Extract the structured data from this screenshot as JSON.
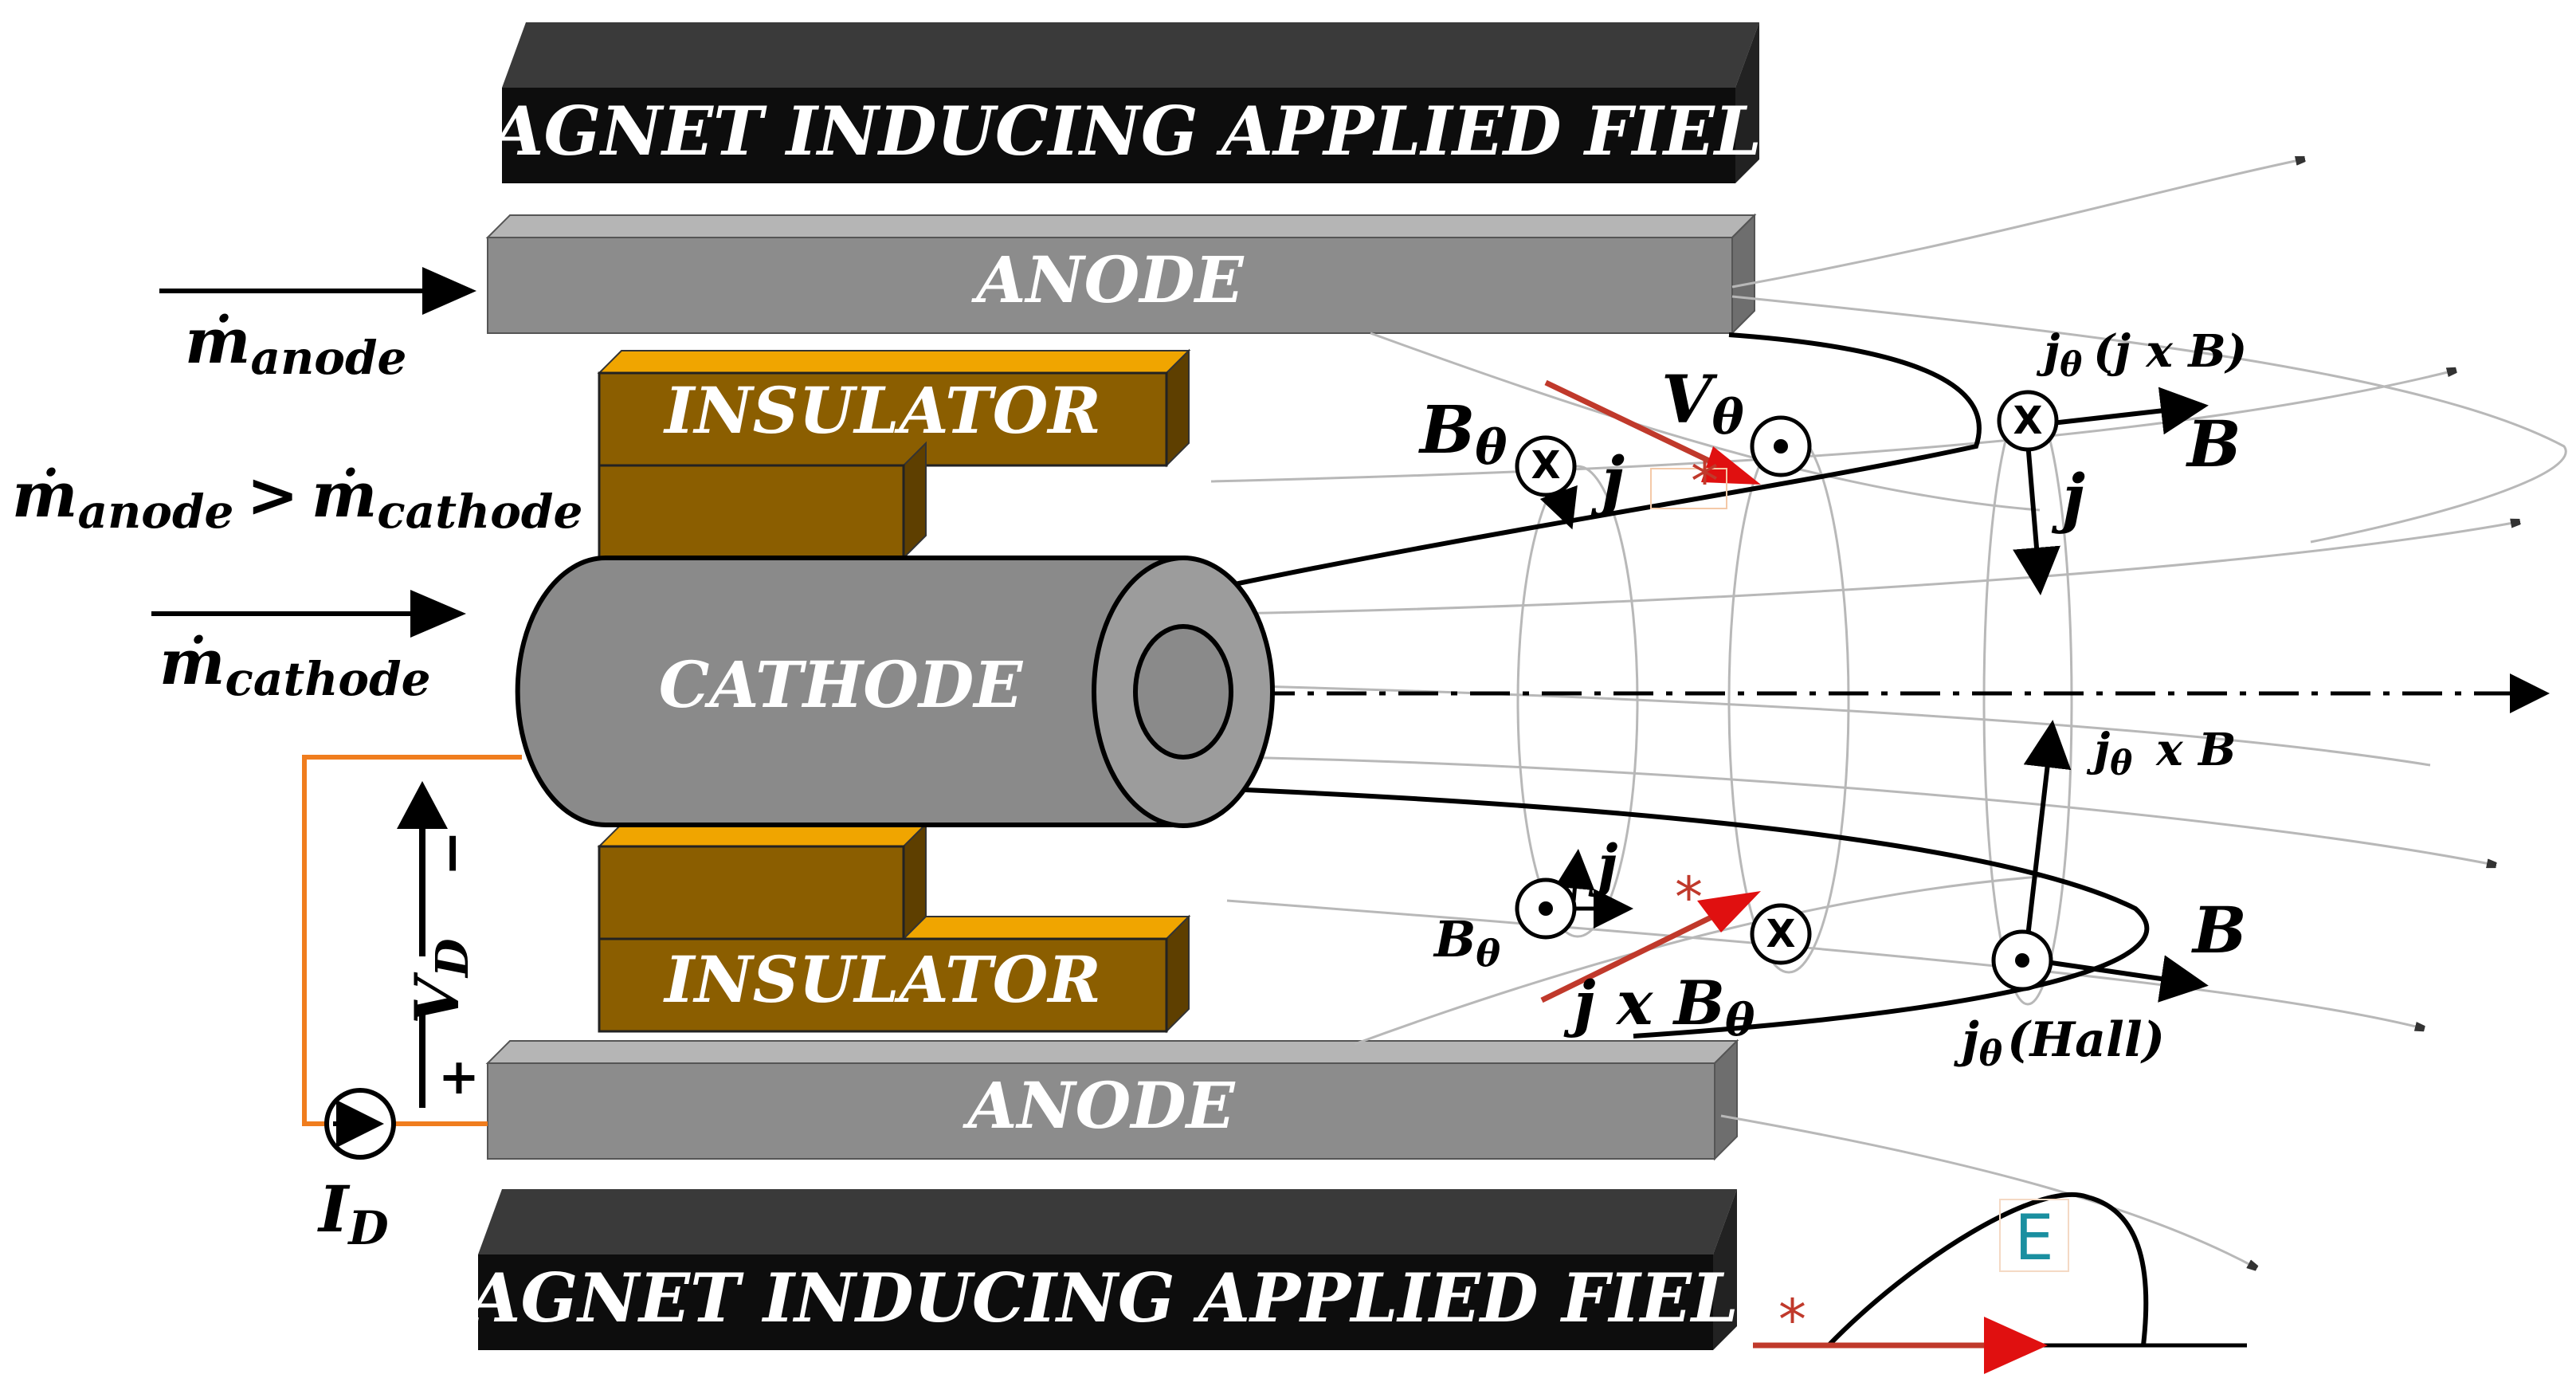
{
  "components": {
    "magnet_top": "MAGNET INDUCING APPLIED FIELD",
    "magnet_bottom": "MAGNET INDUCING APPLIED FIELD",
    "anode_top": "ANODE",
    "anode_bottom": "ANODE",
    "insulator_top": "INSULATOR",
    "insulator_bottom": "INSULATOR",
    "cathode": "CATHODE"
  },
  "flows": {
    "m_anode": "ṁ",
    "m_anode_sub": "anode",
    "relation_left": "ṁ",
    "relation_left_sub": "anode",
    "relation_op": ">",
    "relation_right": "ṁ",
    "relation_right_sub": "cathode",
    "m_cathode": "ṁ",
    "m_cathode_sub": "cathode"
  },
  "circuit": {
    "voltage": "V",
    "voltage_sub": "D",
    "minus": "−",
    "plus": "+",
    "current": "I",
    "current_sub": "D"
  },
  "field_labels": {
    "b_theta_top": "B",
    "b_theta_top_sub": "θ",
    "j_top": "j",
    "v_theta": "V",
    "v_theta_sub": "θ",
    "j_theta_jxb": "j",
    "j_theta_jxb_sub": "θ",
    "j_theta_jxb_rest": "(j  x  B)",
    "b_top": "B",
    "j_right": "j",
    "j_theta_xb": "j",
    "j_theta_xb_sub": "θ",
    "j_theta_xb_rest": "x  B",
    "b_theta_bottom": "B",
    "b_theta_bottom_sub": "θ",
    "j_bottom": "j",
    "j_x_btheta": "j  x B",
    "j_x_btheta_sub": "θ",
    "b_bottom": "B",
    "j_theta_hall": "j",
    "j_theta_hall_sub": "θ",
    "j_theta_hall_rest": "(Hall)",
    "star": "*",
    "e_label": "E"
  },
  "colors": {
    "magnet": "#0d0d0d",
    "anode": "#8c8c8c",
    "insulator": "#8b5e00",
    "insulator_top_face": "#f0a500",
    "cathode": "#8a8a8a",
    "circuit_wire": "#f07d1e",
    "red_arrow": "#c0392b",
    "e_label": "#1a8fa0"
  }
}
